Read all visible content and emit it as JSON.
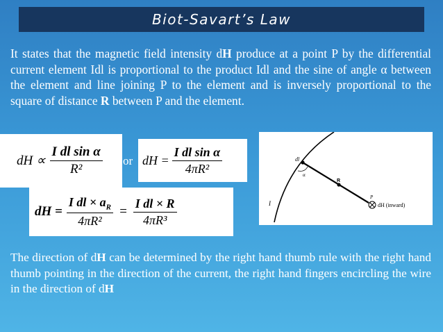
{
  "title": "Biot-Savart’s Law",
  "para1": {
    "t1": "It states that the magnetic field intensity d",
    "H1": "H",
    "t2": " produce at a point P by the differential current element Idl is proportional to the product Idl and the sine of angle α between the element and line joining P to the element and is inversely proportional to the square of distance ",
    "R": "R",
    "t3": " between P and the element."
  },
  "or_label": "or",
  "eq1": {
    "lhs": "dH ∝",
    "num": "I dl sin α",
    "den": "R²"
  },
  "eq2": {
    "lhs": "dH =",
    "num": "I dl sin α",
    "den": "4πR²"
  },
  "eq3": {
    "lhs": "dH =",
    "num1": "I dl × a",
    "num1_sub": "R",
    "den1": "4πR²",
    "eq": "=",
    "num2": "I dl × R",
    "den2": "4πR³"
  },
  "diagram": {
    "label_dl": "dl",
    "label_alpha": "α",
    "label_R": "R",
    "label_P": "P",
    "label_I": "I",
    "label_dH": "dH (inward)"
  },
  "para2": {
    "t1": "The direction of d",
    "H1": "H",
    "t2": " can be determined by the right hand thumb rule with the right hand thumb pointing in the direction of the current, the right hand fingers encircling the wire in the direction of d",
    "H2": "H"
  },
  "colors": {
    "title_bg": "#17365e",
    "text": "#ffffff",
    "bg_top": "#2f7fc3",
    "bg_bottom": "#4fb4e6"
  }
}
